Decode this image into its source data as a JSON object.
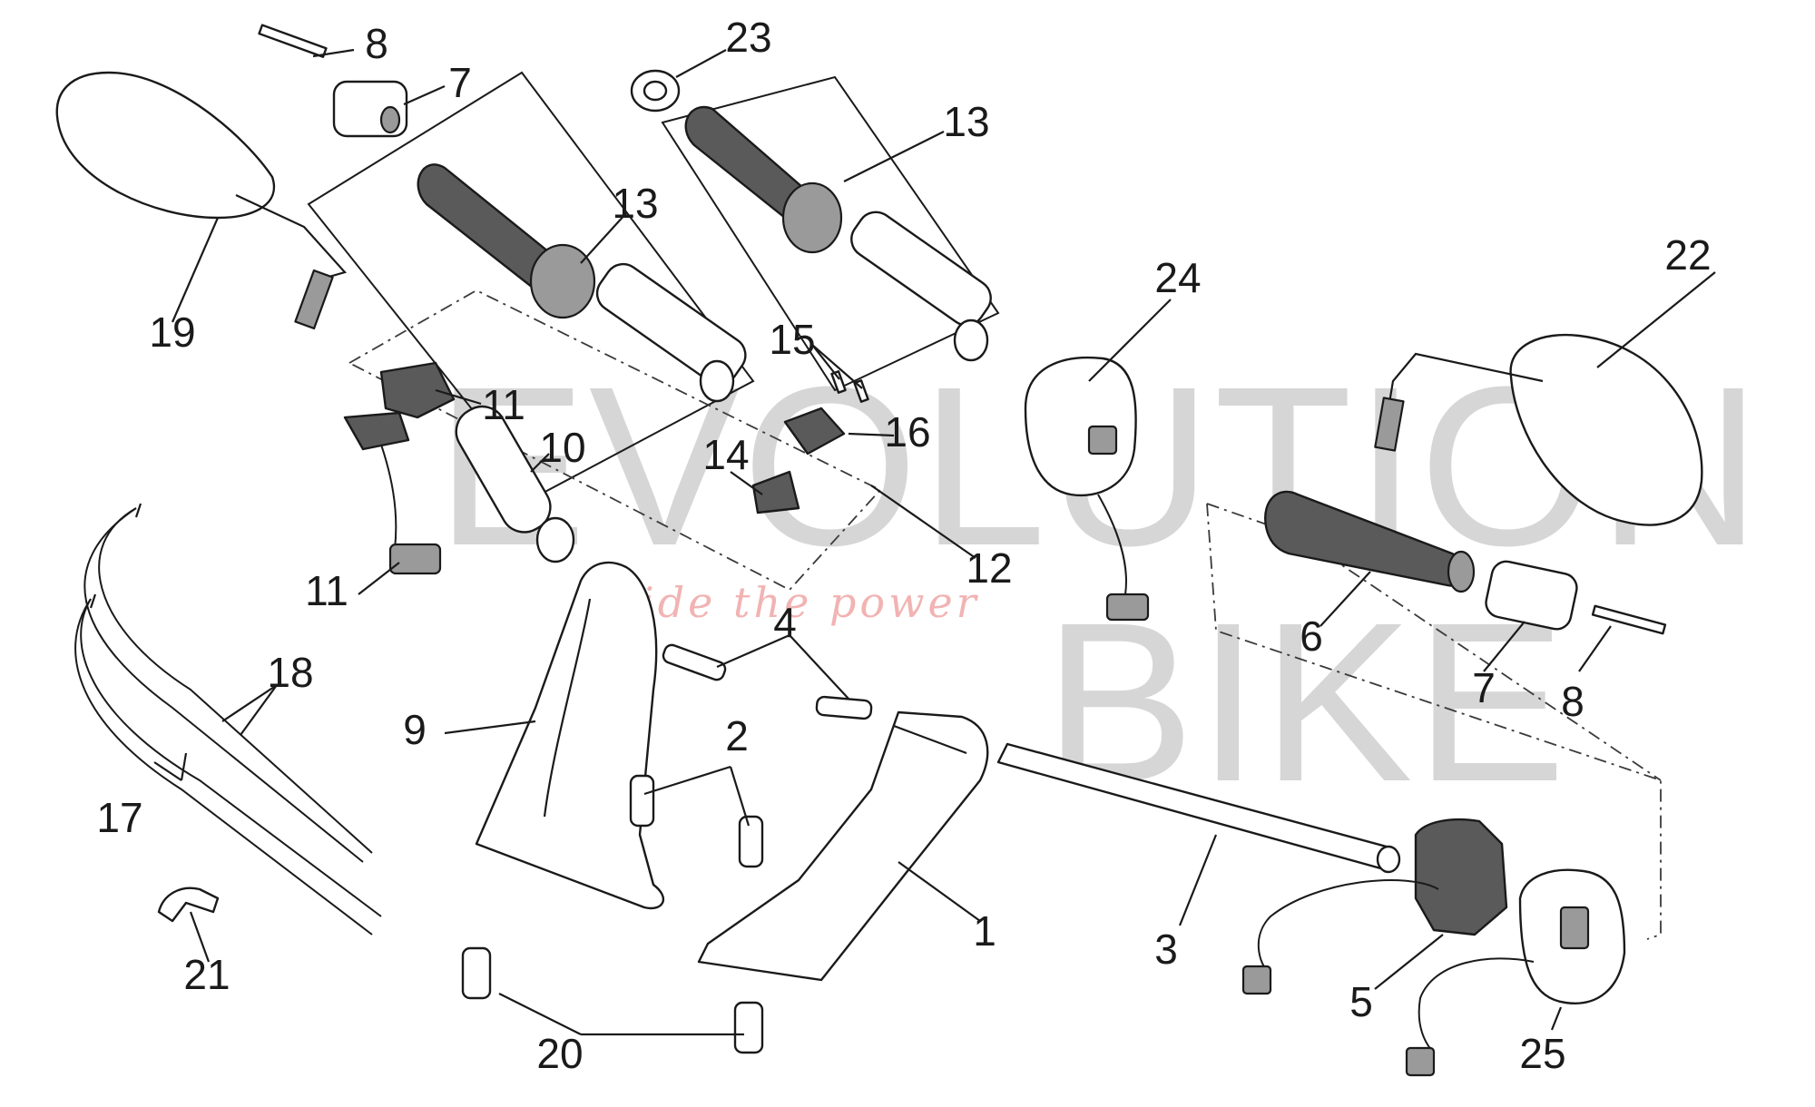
{
  "watermark": {
    "brand_line1": "EVOLUTION",
    "brand_line2": "BIKE",
    "tagline": "ride the power"
  },
  "callouts": [
    {
      "id": "c8a",
      "text": "8"
    },
    {
      "id": "c7a",
      "text": "7"
    },
    {
      "id": "c23",
      "text": "23"
    },
    {
      "id": "c13a",
      "text": "13"
    },
    {
      "id": "c13b",
      "text": "13"
    },
    {
      "id": "c19",
      "text": "19"
    },
    {
      "id": "c24",
      "text": "24"
    },
    {
      "id": "c22",
      "text": "22"
    },
    {
      "id": "c15",
      "text": "15"
    },
    {
      "id": "c11a",
      "text": "11"
    },
    {
      "id": "c10",
      "text": "10"
    },
    {
      "id": "c16",
      "text": "16"
    },
    {
      "id": "c14",
      "text": "14"
    },
    {
      "id": "c11b",
      "text": "11"
    },
    {
      "id": "c12",
      "text": "12"
    },
    {
      "id": "c4",
      "text": "4"
    },
    {
      "id": "c6",
      "text": "6"
    },
    {
      "id": "c7b",
      "text": "7"
    },
    {
      "id": "c8b",
      "text": "8"
    },
    {
      "id": "c18",
      "text": "18"
    },
    {
      "id": "c9",
      "text": "9"
    },
    {
      "id": "c2",
      "text": "2"
    },
    {
      "id": "c17",
      "text": "17"
    },
    {
      "id": "c1",
      "text": "1"
    },
    {
      "id": "c3",
      "text": "3"
    },
    {
      "id": "c21",
      "text": "21"
    },
    {
      "id": "c5",
      "text": "5"
    },
    {
      "id": "c20",
      "text": "20"
    },
    {
      "id": "c25",
      "text": "25"
    }
  ]
}
